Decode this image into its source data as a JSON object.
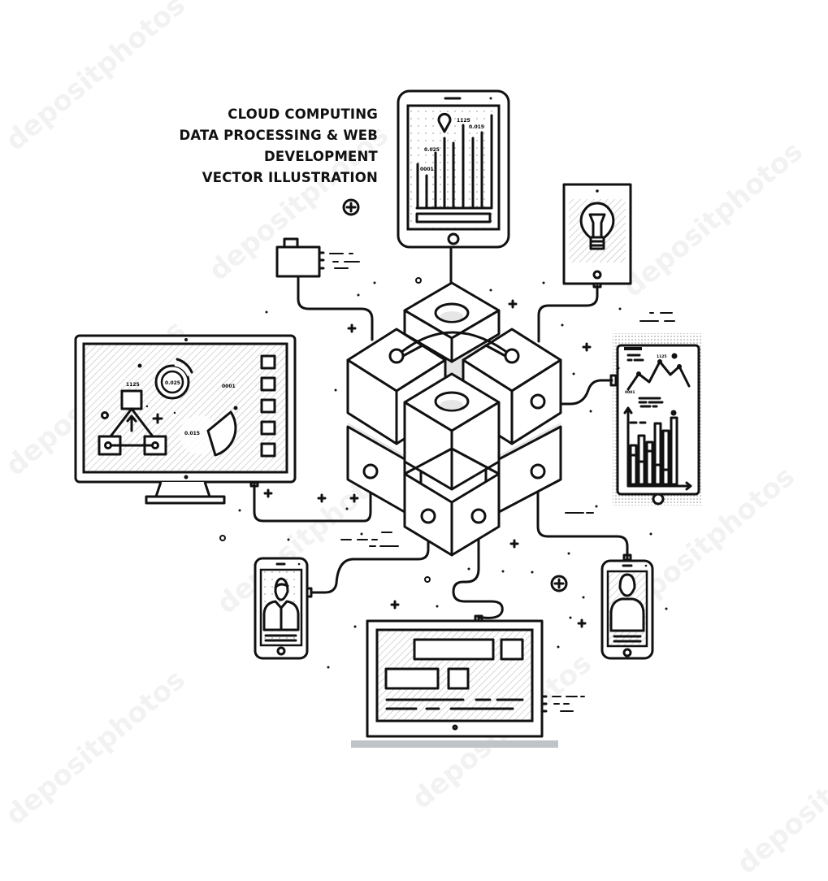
{
  "title": {
    "lines": [
      "CLOUD COMPUTING",
      "DATA PROCESSING & WEB",
      "DEVELOPMENT",
      "VECTOR ILLUSTRATION"
    ]
  },
  "tablet": {
    "labels": [
      "1125",
      "0.015",
      "0.025",
      "0001"
    ],
    "icons": [
      "map-pin-icon",
      "bar-chart-icon"
    ]
  },
  "monitor": {
    "labels": [
      "1125",
      "0.025",
      "0001",
      "0.015"
    ],
    "icons": [
      "donut-chart-icon",
      "flowchart-icon",
      "pie-slice-icon",
      "checkbox-list-icon"
    ]
  },
  "right_phone": {
    "labels": [
      "1125",
      "0001"
    ],
    "icons": [
      "line-chart-icon",
      "bar-chart-icon"
    ]
  },
  "small_tablet": {
    "icons": [
      "lightbulb-icon"
    ]
  },
  "left_phone": {
    "icons": [
      "user-avatar-icon"
    ]
  },
  "right_small_phone": {
    "icons": [
      "user-avatar-icon"
    ]
  },
  "laptop": {
    "icons": [
      "web-layout-icon"
    ]
  },
  "camera": {
    "icons": [
      "camera-icon"
    ]
  },
  "center": {
    "icons": [
      "server-cube-cluster-icon"
    ]
  },
  "watermark": "depositphotos",
  "colors": {
    "line": "#111111",
    "background": "#ffffff",
    "shade": "#e6e6e6",
    "stand": "#c0c4c6"
  }
}
